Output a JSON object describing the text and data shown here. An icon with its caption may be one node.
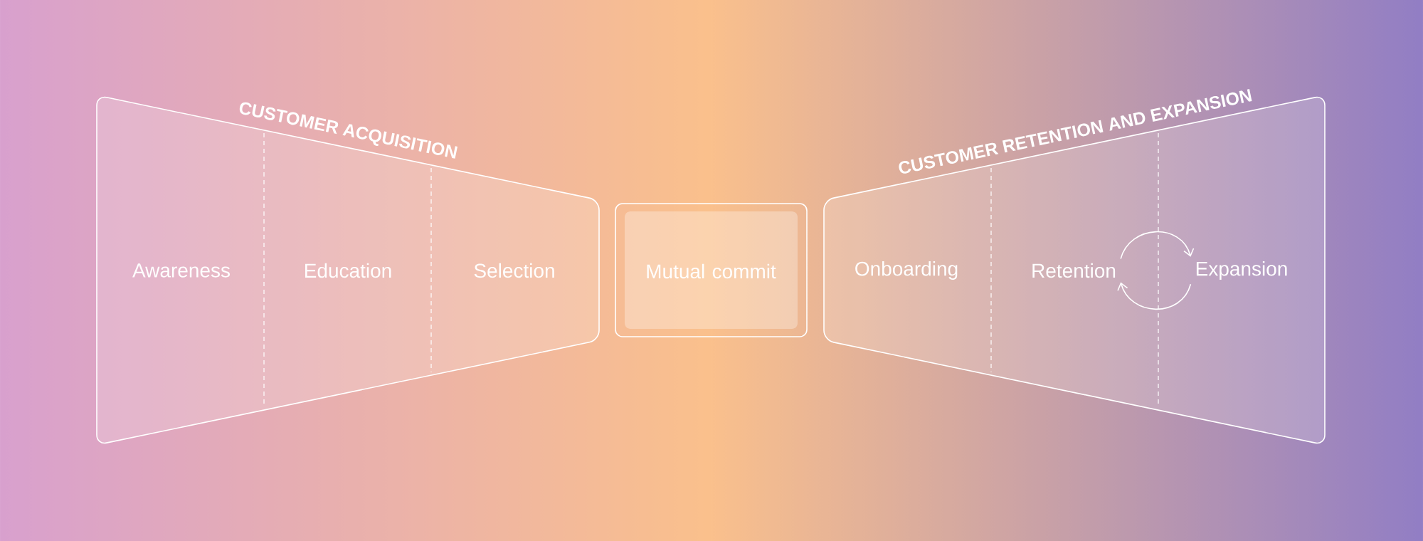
{
  "diagram": {
    "nodes": [
      {
        "text": [
          "CUSTOMER ACQUISITION"
        ]
      },
      {
        "text": [
          "Awareness"
        ],
        "in": 0
      },
      {
        "text": [
          "Education"
        ],
        "in": 0
      },
      {
        "text": [
          "Selection"
        ],
        "in": 0
      },
      {
        "text": [
          "Mutual commit"
        ]
      },
      {
        "text": [
          "CUSTOMER RETENTION AND EXPANSION"
        ]
      },
      {
        "text": [
          "Onboarding"
        ],
        "in": 5
      },
      {
        "text": [
          "Retention"
        ],
        "in": 5
      },
      {
        "text": [
          "Expansion"
        ],
        "in": 5
      }
    ],
    "edges": [
      {
        "from": 7,
        "to": 8,
        "arrow": "to"
      },
      {
        "from": 8,
        "to": 7,
        "arrow": "to"
      }
    ]
  }
}
